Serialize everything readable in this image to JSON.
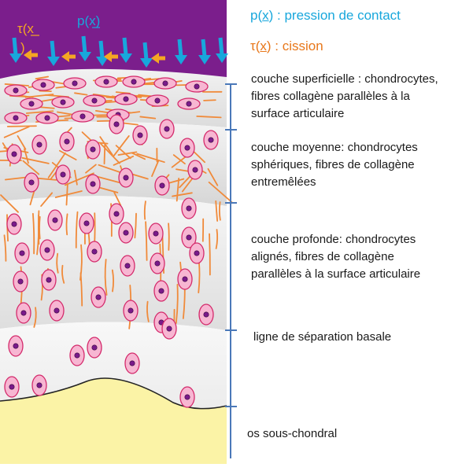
{
  "legend": {
    "pressure": {
      "symbol_pre": "p(",
      "symbol_var": "x",
      "symbol_post": ")",
      "text": " : pression de contact",
      "color": "#18a7dc"
    },
    "shear": {
      "symbol_pre": "τ(",
      "symbol_var": "x",
      "symbol_post": ")",
      "text": " : cission",
      "color": "#e8771a"
    }
  },
  "diagram_labels": {
    "tau_top": "τ(x",
    "tau_bottom": ")",
    "p_top": "p(x)"
  },
  "layers": [
    {
      "id": "superficielle",
      "label": "couche superficielle : chondrocytes,\nfibres collagène parallèles à la\nsurface articulaire"
    },
    {
      "id": "moyenne",
      "label": "couche moyenne: chondrocytes\nsphériques, fibres de collagène\nentremêlées"
    },
    {
      "id": "profonde",
      "label": "couche profonde: chondrocytes\nalignés, fibres de collagène\nparallèles à la surface articulaire"
    },
    {
      "id": "ligne",
      "label": "ligne de séparation basale"
    },
    {
      "id": "os",
      "label": "os sous-chondral"
    }
  ],
  "colors": {
    "purple_band": "#7b1e8c",
    "cell_fill": "#f7b6d2",
    "cell_stroke": "#d42a6b",
    "nucleus": "#7a1a8a",
    "fiber": "#f08a3a",
    "pressure_arrow": "#18a7dc",
    "shear_arrow": "#f5a623",
    "bone": "#fbf3a6",
    "bracket": "#4a78b8"
  }
}
